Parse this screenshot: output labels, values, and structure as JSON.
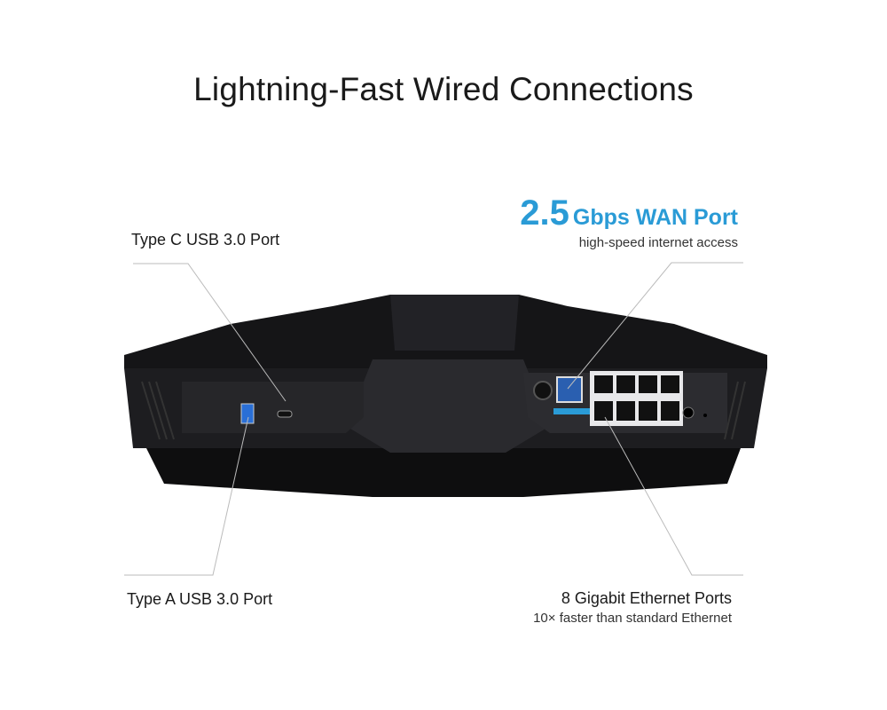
{
  "title": "Lightning-Fast Wired Connections",
  "callouts": {
    "type_c": {
      "label": "Type C USB 3.0 Port"
    },
    "type_a": {
      "label": "Type A USB 3.0 Port"
    },
    "wan": {
      "value": "2.5",
      "unit_label": "Gbps WAN Port",
      "subtitle": "high-speed internet access"
    },
    "ethernet": {
      "label": "8 Gigabit Ethernet Ports",
      "subtitle": "10× faster than standard Ethernet"
    }
  },
  "colors": {
    "accent": "#2a9bd6",
    "router": "#1c1c1e"
  }
}
